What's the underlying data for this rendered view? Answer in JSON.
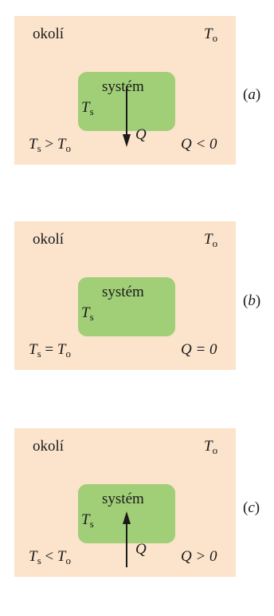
{
  "panels": [
    {
      "surroundings": "okolí",
      "env_temp": "T",
      "env_temp_sub": "o",
      "system": "systém",
      "sys_temp": "T",
      "sys_temp_sub": "s",
      "heat_label": "Q",
      "heat_direction": "out",
      "relation_lhs": "T",
      "relation_lhs_sub": "s",
      "relation_op": " > ",
      "relation_rhs": "T",
      "relation_rhs_sub": "o",
      "heat_relation": "Q < 0",
      "caption_open": "(",
      "caption_letter": "a",
      "caption_close": ")"
    },
    {
      "surroundings": "okolí",
      "env_temp": "T",
      "env_temp_sub": "o",
      "system": "systém",
      "sys_temp": "T",
      "sys_temp_sub": "s",
      "relation_lhs": "T",
      "relation_lhs_sub": "s",
      "relation_op": " = ",
      "relation_rhs": "T",
      "relation_rhs_sub": "o",
      "heat_relation": "Q = 0",
      "caption_open": "(",
      "caption_letter": "b",
      "caption_close": ")"
    },
    {
      "surroundings": "okolí",
      "env_temp": "T",
      "env_temp_sub": "o",
      "system": "systém",
      "sys_temp": "T",
      "sys_temp_sub": "s",
      "heat_label": "Q",
      "heat_direction": "in",
      "relation_lhs": "T",
      "relation_lhs_sub": "s",
      "relation_op": " < ",
      "relation_rhs": "T",
      "relation_rhs_sub": "o",
      "heat_relation": "Q > 0",
      "caption_open": "(",
      "caption_letter": "c",
      "caption_close": ")"
    }
  ],
  "colors": {
    "surroundings": "#fbe3cc",
    "system": "#a1cf78",
    "ink": "#1a1a1a"
  }
}
